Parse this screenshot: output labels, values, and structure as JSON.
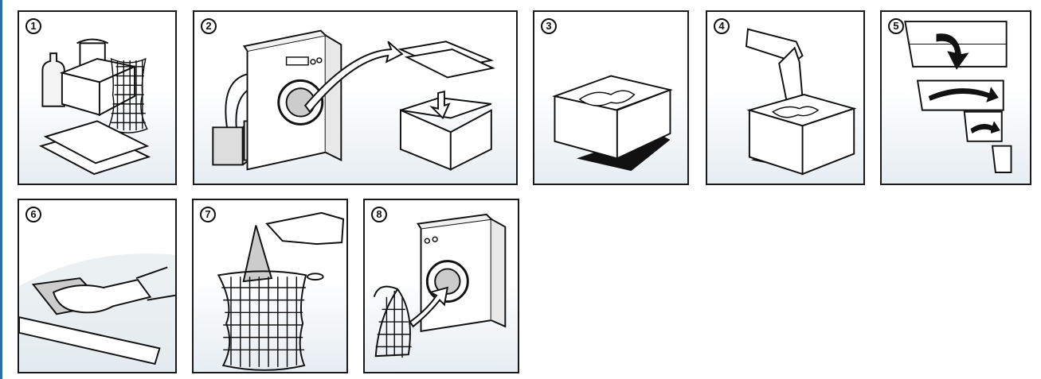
{
  "steps": [
    {
      "number": "1",
      "icon": "supplies-icon"
    },
    {
      "number": "2",
      "icon": "washing-machine-icon"
    },
    {
      "number": "3",
      "icon": "box-icon"
    },
    {
      "number": "4",
      "icon": "gloved-hand-icon"
    },
    {
      "number": "5",
      "icon": "fold-arrows-icon"
    },
    {
      "number": "6",
      "icon": "wipe-surface-icon"
    },
    {
      "number": "7",
      "icon": "net-bag-icon"
    },
    {
      "number": "8",
      "icon": "machine-load-icon"
    }
  ],
  "colors": {
    "border": "#1a1a1a",
    "edge_accent": "#2a6fa8",
    "panel_tint": "#e6edf2"
  }
}
